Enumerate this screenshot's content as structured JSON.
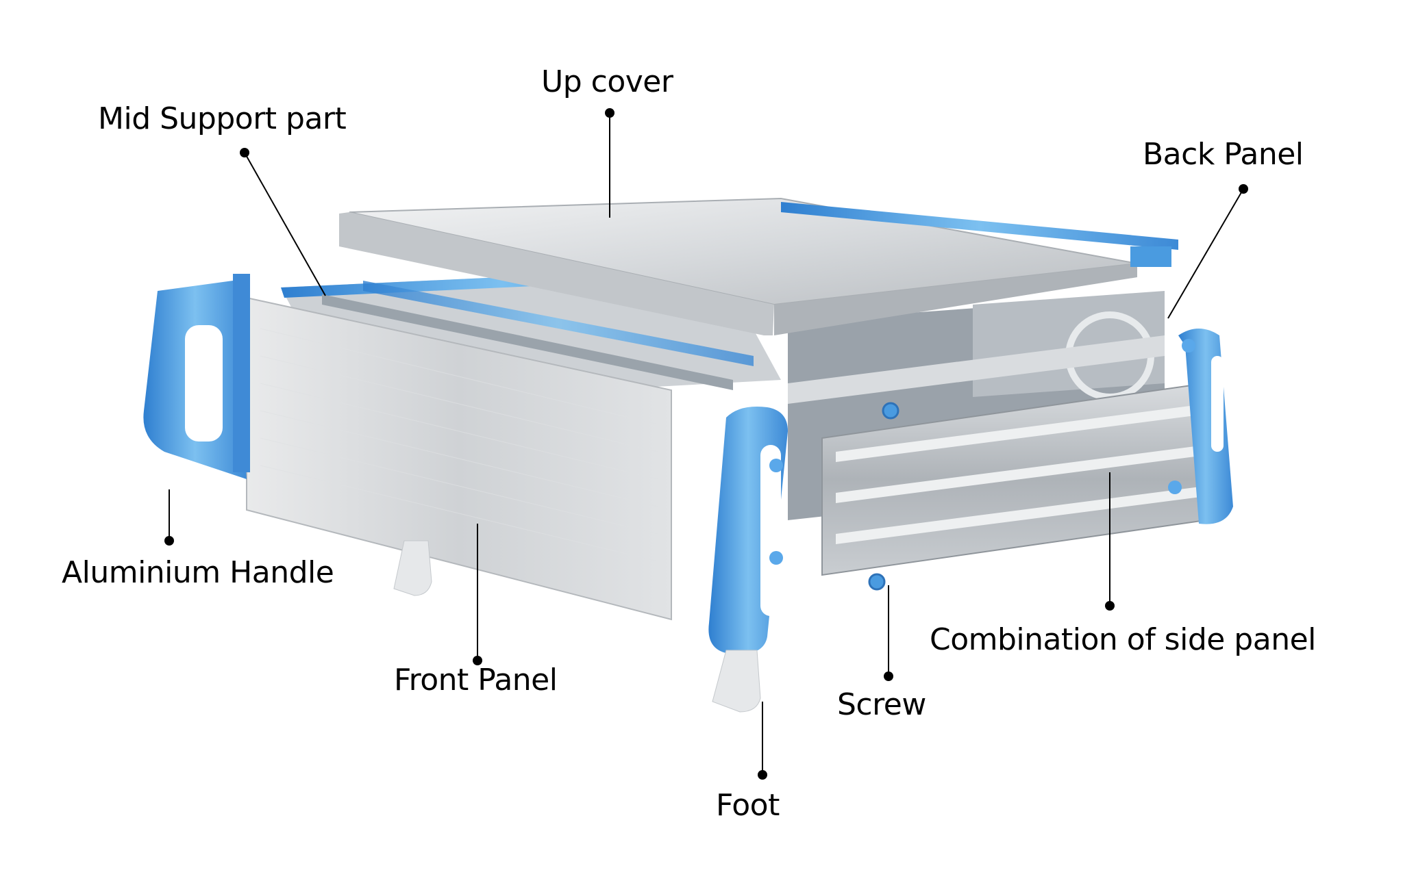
{
  "diagram": {
    "type": "exploded-view",
    "subject": "aluminium instrument enclosure",
    "colors": {
      "accent_blue": "#4a9be0",
      "metal_light": "#e6e8ea",
      "metal_mid": "#c4c8cc",
      "metal_dark": "#8f959b",
      "label_text": "#000000"
    },
    "labels": {
      "up_cover": "Up cover",
      "mid_support": "Mid Support part",
      "back_panel": "Back Panel",
      "aluminium_handle": "Aluminium Handle",
      "front_panel": "Front Panel",
      "combination_side_panel": "Combination of side panel",
      "screw": "Screw",
      "foot": "Foot"
    }
  }
}
